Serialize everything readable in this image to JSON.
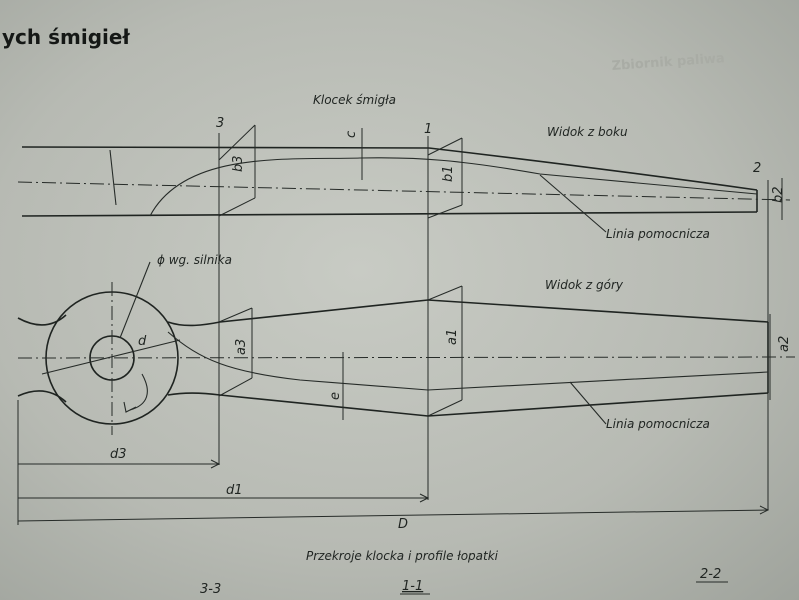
{
  "header": {
    "title": "ych śmigieł"
  },
  "bleedthrough": {
    "text_1": "Zbiornik paliwa"
  },
  "diagram": {
    "title_block": "Klocek śmigła",
    "side_view_label": "Widok z boku",
    "top_view_label": "Widok z góry",
    "helper_line_label_1": "Linia pomocnicza",
    "helper_line_label_2": "Linia pomocnicza",
    "shaft_label": "ϕ wg. silnika",
    "section_3": "3",
    "section_1": "1",
    "section_2": "2",
    "dim_b3": "b3",
    "dim_b1": "b1",
    "dim_b2": "b2",
    "dim_c": "c",
    "dim_a3": "a3",
    "dim_a1": "a1",
    "dim_a2": "a2",
    "dim_e": "e",
    "dim_d": "d",
    "dim_d3": "d3",
    "dim_d1": "d1",
    "dim_D": "D",
    "caption": "Przekroje klocka i profile łopatki",
    "section_label_33": "3-3",
    "section_label_11": "1-1",
    "section_label_22": "2-2"
  }
}
